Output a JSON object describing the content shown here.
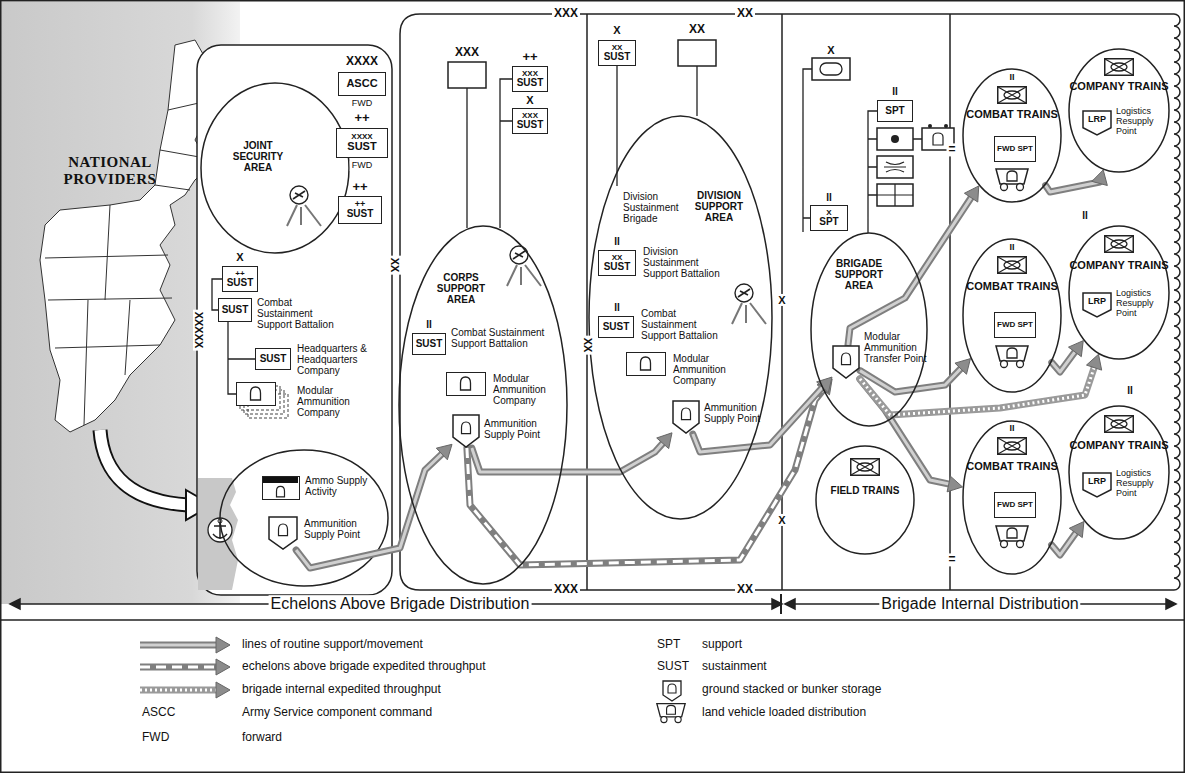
{
  "diagram": {
    "nodes": [
      {
        "text": [
          "JOINT SECURITY AREA"
        ]
      },
      {
        "text": [
          "ASCC"
        ]
      },
      {
        "text": [
          "XXXX",
          "SUST"
        ]
      },
      {
        "text": [
          "++",
          "SUST"
        ]
      },
      {
        "text": [
          "++",
          "SUST"
        ]
      },
      {
        "text": [
          "SUST",
          "Combat Sustainment Support Battalion"
        ]
      },
      {
        "text": [
          "SUST",
          "Headquarters & Headquarters Company"
        ]
      },
      {
        "text": [
          "Modular Ammunition Company"
        ]
      },
      {
        "text": [
          "Ammo Supply Activity"
        ]
      },
      {
        "text": [
          "Ammunition Supply Point"
        ]
      },
      {
        "text": [
          "CORPS SUPPORT AREA"
        ]
      },
      {
        "text": [
          "XXX",
          "SUST"
        ]
      },
      {
        "text": [
          "XXX",
          "SUST"
        ]
      },
      {
        "text": [
          "SUST",
          "Combat Sustainment Support Battalion"
        ],
        "in": 10
      },
      {
        "text": [
          "Modular Ammunition Company"
        ],
        "in": 10
      },
      {
        "text": [
          "Ammunition Supply Point"
        ],
        "in": 10
      },
      {
        "text": [
          "DIVISION SUPPORT AREA"
        ]
      },
      {
        "text": [
          "XX",
          "SUST",
          "Division Sustainment Brigade"
        ]
      },
      {
        "text": [
          "XX",
          "SUST",
          "Division Sustainment Support Battalion"
        ],
        "in": 16
      },
      {
        "text": [
          "SUST",
          "Combat Sustainment Support Battalion"
        ],
        "in": 16
      },
      {
        "text": [
          "Modular Ammunition Company"
        ],
        "in": 16
      },
      {
        "text": [
          "Ammunition Supply Point"
        ],
        "in": 16
      },
      {
        "text": [
          "BRIGADE SUPPORT AREA"
        ]
      },
      {
        "text": [
          "X",
          "SPT"
        ]
      },
      {
        "text": [
          "SPT"
        ]
      },
      {
        "text": [
          "Modular Ammunition Transfer Point"
        ],
        "in": 22
      },
      {
        "text": [
          "FIELD TRAINS"
        ]
      },
      {
        "text": [
          "COMBAT TRAINS"
        ]
      },
      {
        "text": [
          "FWD SPT"
        ],
        "in": 27
      },
      {
        "text": [
          "COMBAT TRAINS"
        ]
      },
      {
        "text": [
          "FWD SPT"
        ],
        "in": 29
      },
      {
        "text": [
          "COMBAT TRAINS"
        ]
      },
      {
        "text": [
          "FWD SPT"
        ],
        "in": 31
      },
      {
        "text": [
          "COMPANY TRAINS"
        ]
      },
      {
        "text": [
          "LRP",
          "Logistics Resupply Point"
        ],
        "in": 33
      },
      {
        "text": [
          "COMPANY TRAINS"
        ]
      },
      {
        "text": [
          "LRP",
          "Logistics Resupply Point"
        ],
        "in": 35
      },
      {
        "text": [
          "COMPANY TRAINS"
        ]
      },
      {
        "text": [
          "LRP",
          "Logistics Resupply Point"
        ],
        "in": 37
      }
    ],
    "edges": [
      {
        "from": 9,
        "to": 15,
        "arrow": "to"
      },
      {
        "from": 15,
        "to": 21,
        "arrow": "to"
      },
      {
        "from": 15,
        "to": 25,
        "arrow": "to"
      },
      {
        "from": 21,
        "to": 25,
        "arrow": "to"
      },
      {
        "from": 25,
        "to": 27,
        "arrow": "to"
      },
      {
        "from": 25,
        "to": 29,
        "arrow": "to"
      },
      {
        "from": 25,
        "to": 31,
        "arrow": "to"
      },
      {
        "from": 25,
        "to": 35,
        "arrow": "to"
      },
      {
        "from": 27,
        "to": 33,
        "arrow": "to"
      },
      {
        "from": 29,
        "to": 35,
        "arrow": "to"
      },
      {
        "from": 31,
        "to": 37,
        "arrow": "to"
      }
    ],
    "labels": [
      "NATIONAL PROVIDERS",
      "XXXX",
      "FWD",
      "++",
      "FWD",
      "++",
      "X",
      "XXXXX",
      "XX",
      "XXX",
      "++",
      "X",
      "XXX",
      "II",
      "XX",
      "X",
      "XX",
      "XX",
      "II",
      "II",
      "X",
      "II",
      "II",
      "X",
      "X",
      "II",
      "II",
      "II",
      "II",
      "II",
      "=",
      "=",
      "XXX",
      "XX",
      "Echelons Above Brigade Distribution",
      "Brigade Internal Distribution",
      "ASCC",
      "Army Service component command",
      "FWD",
      "forward",
      "SPT",
      "support",
      "SUST",
      "sustainment"
    ],
    "legend": [
      {
        "text": "lines of routine support/movement"
      },
      {
        "text": "echelons above brigade expedited throughput"
      },
      {
        "text": "brigade internal expedited throughput"
      },
      {
        "text": "ground stacked or bunker storage"
      },
      {
        "text": "land vehicle loaded distribution"
      }
    ]
  }
}
